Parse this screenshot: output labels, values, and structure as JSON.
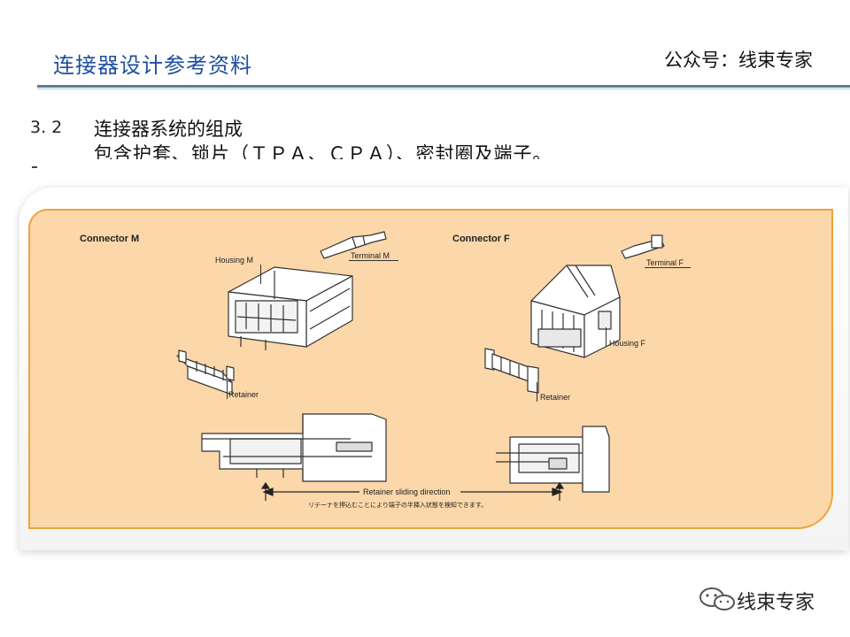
{
  "header": {
    "title": "连接器设计参考资料",
    "account": "公众号：线束专家"
  },
  "section": {
    "number": "3. 2",
    "title": "连接器系统的组成",
    "description": "包含护套、锁片（ＴＰＡ、ＣＰＡ）、密封圈及端子。"
  },
  "figure": {
    "connector_m": {
      "heading": "Connector M",
      "housing": "Housing M",
      "terminal": "Terminal M",
      "retainer": "Retainer"
    },
    "connector_f": {
      "heading": "Connector F",
      "housing": "Housing F",
      "terminal": "Terminal F",
      "retainer": "Retainer"
    },
    "sliding_direction": "Retainer sliding direction",
    "note_jp": "リテーナを押込むことにより端子の半挿入状態を検知できます。"
  },
  "footer": {
    "brand": "线束专家",
    "icon": "wechat-icon"
  },
  "colors": {
    "title_blue": "#1f4fa0",
    "rule": "#5b7f94",
    "panel_fill": "#fbd7a9",
    "panel_border": "#f0a33a"
  }
}
